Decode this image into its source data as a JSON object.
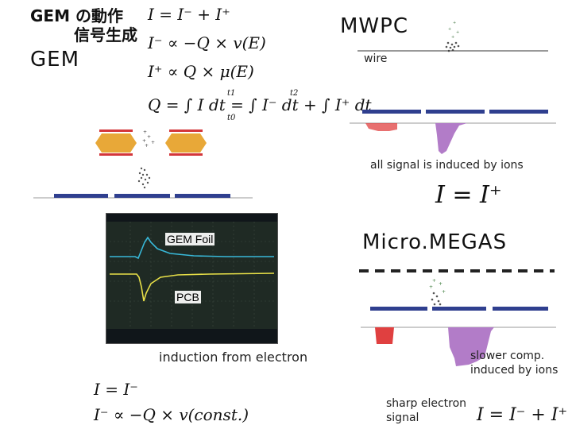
{
  "gem_section": {
    "title_line1": "GEM の動作",
    "title_line2": "信号生成",
    "heading": "GEM"
  },
  "equations": {
    "gem_total": "I = I⁻ + I⁺",
    "electron_current": "I⁻ ∝ −Q × v(E)",
    "ion_current": "I⁺ ∝ Q × μ(E)",
    "charge": "Q = ∫ I dt = ∫ I⁻ dt + ∫ I⁺ dt",
    "charge_limits": {
      "t0": "t0",
      "t1": "t1",
      "t2": "t2"
    },
    "mwpc_total": "I = I⁺",
    "electron_only": "I = I⁻",
    "electron_const": "I⁻ ∝ −Q × v(const.)",
    "micromegas_total": "I = I⁻ + I⁺"
  },
  "mwpc_section": {
    "heading": "MWPC",
    "wire_label": "wire",
    "caption": "all signal is induced by ions"
  },
  "oscilloscope": {
    "gem_foil_label": "GEM Foil",
    "pcb_label": "PCB",
    "caption": "induction from electron"
  },
  "micromegas_section": {
    "heading": "Micro.MEGAS",
    "slow_label_line1": "slower comp.",
    "slow_label_line2": "induced by ions",
    "sharp_label_line1": "sharp electron",
    "sharp_label_line2": "signal"
  },
  "colors": {
    "electrode_blue": "#2f3f8f",
    "gem_orange": "#e8a838",
    "gem_red": "#d4363a",
    "signal_red": "#e04040",
    "signal_purple": "#b27cc8",
    "trace_cyan": "#38b8d8",
    "trace_yellow": "#e8e048"
  }
}
